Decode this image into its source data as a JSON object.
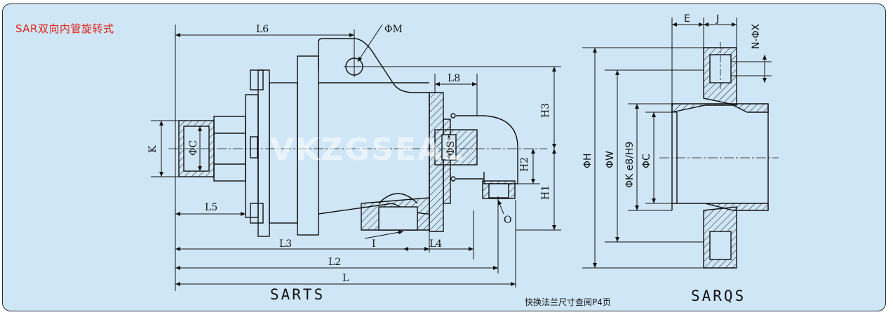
{
  "title": "SAR双向内管旋转式",
  "watermark": "VKZGSEAL",
  "captions": {
    "left": "SARTS",
    "right": "SARQS"
  },
  "note": "快换法兰尺寸查阅P4页",
  "labels": {
    "L6": "L6",
    "phiM": "ΦM",
    "L8": "L8",
    "H3": "H3",
    "K": "K",
    "phiC_left": "ΦC",
    "phiS": "ΦS",
    "H2": "H2",
    "H1": "H1",
    "L5": "L5",
    "O": "O",
    "L3": "L3",
    "I": "I",
    "L4": "L4",
    "L2": "L2",
    "L": "L",
    "E": "E",
    "J": "J",
    "NphiX": "N-ΦX",
    "phiH": "ΦH",
    "phiW": "ΦW",
    "phiK": "ΦK e8/H9",
    "phiC_right": "ΦC"
  },
  "colors": {
    "background": "#cfe6f6",
    "title": "#e0201b",
    "line": "#111111"
  }
}
